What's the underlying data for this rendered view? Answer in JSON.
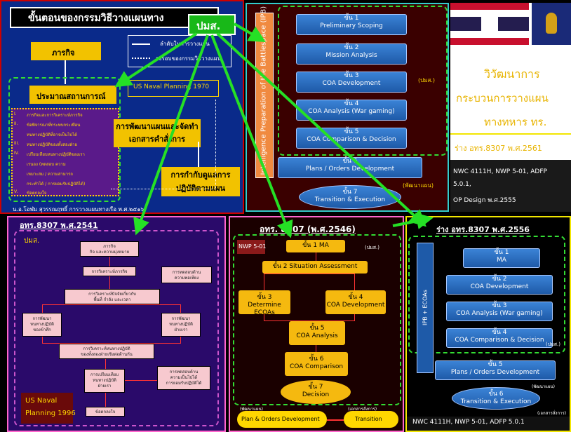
{
  "p1": {
    "title": "ขั้นตอนของกรรมวิธีวางแผนทาง",
    "badge": "ปมส.",
    "legend_solid": "ลำดับในการวางแผน",
    "legend_dotted": "วงรอบของกรรมวิธีวางแผน",
    "box_mission": "ภารกิจ",
    "box_estimate": "ประมาณสถานการณ์",
    "us_label": "US Naval Planning 1970",
    "list": [
      "ภารกิจและการวิเคราะห์ภารกิจ",
      "ข้อพิจารณาที่กระทบกระเทือน",
      "หนทางปฏิบัติที่อาจเป็นไปได้",
      "หนทางปฏิบัติของทั้งสองฝ่าย",
      "เปรียบเทียบหนทางปฏิบัติของเรา",
      "เรนอง (ทดสอบ ความ",
      "เหมาะสม / ความสามารถ",
      "กระทำได้ / การยอมรับปฏิบัติได้)",
      "ข้อตกลงใจ"
    ],
    "roman": [
      "I.",
      "II.",
      "III.",
      "IV.",
      "V."
    ],
    "box_develop": "การพัฒนาแผนและจัดทำเอกสารคำสั่งการ",
    "box_supervise": "การกำกับดูแลการปฏิบัติตามแผน",
    "footer": "น.อ.โอฬม สุวรรณฤทธิ์ การวางแผนทางเรือ พ.ศ.๒๕๑๖"
  },
  "p2": {
    "ipb": "Intelligence Preparation of the Battlespace (IPB)",
    "steps": [
      {
        "n": "ขั้น 1",
        "t": "Preliminary Scoping"
      },
      {
        "n": "ขั้น 2",
        "t": "Mission Analysis"
      },
      {
        "n": "ขั้น 3",
        "t": "COA Development"
      },
      {
        "n": "ขั้น 4",
        "t": "COA Analysis (War gaming)"
      },
      {
        "n": "ขั้น 5",
        "t": "COA Comparison & Decision"
      },
      {
        "n": "ขั้น 6",
        "t": "Plans / Orders Development"
      },
      {
        "n": "ขั้น 7",
        "t": "Transition & Execution"
      }
    ],
    "tag_pms": "(ปมส.)",
    "tag_plan": "(พัฒนาแผน)"
  },
  "p3": {
    "title1": "วิวัฒนาการ",
    "title2": "กระบวนการวางแผน",
    "title3": "ทางทหาร ทร.",
    "draft": "ร่าง อทร.8307 พ.ศ.2561",
    "ref1": "NWC 4111H, NWP 5-01, ADFP",
    "ref2": "5.0.1,",
    "ref3": "OP Design พ.ศ.2555"
  },
  "p4": {
    "title": "อทร.8307 พ.ศ.2541",
    "badge": "ปมส.",
    "boxes": {
      "mission": "ภารกิจ",
      "mission_sub": "กิจ และความมุ่งหมาย",
      "analyze": "การวิเคราะห์ภารกิจ",
      "factors": "การวิเคราะห์ปัจจัยเกี่ยวกับ",
      "factors_sub": "พื้นที่ กำลัง และเวลา",
      "test": "การทดสอบด้าน",
      "test_sub": "ความพอเพียง",
      "dev_enemy": "การพัฒนา",
      "dev_enemy2": "หนทางปฏิบัติ",
      "dev_enemy3": "ของข้าศึก",
      "dev_own": "การพัฒนา",
      "dev_own2": "หนทางปฏิบัติ",
      "dev_own3": "ฝ่ายเรา",
      "analyze_coa": "การวิเคราะห์หนทางปฏิบัติ",
      "analyze_coa2": "ของทั้งสองฝ่ายเชิงต่อต้านกัน",
      "compare": "การเปรียบเทียบ",
      "compare2": "หนทางปฏิบัติ",
      "compare3": "ฝ่ายเรา",
      "test2": "การทดสอบด้าน",
      "test2_sub": "ความเป็นไปได้",
      "test2_sub2": "การยอมรับปฏิบัติได้",
      "decision": "ข้อตกลงใจ"
    },
    "us_label1": "US Naval",
    "us_label2": "Planning 1996"
  },
  "p5": {
    "title": "อทร. 8307 (พ.ศ.2546)",
    "nwp": "NWP 5-01",
    "tag_pms": "(ปมส.)",
    "s1": "ขั้น 1 MA",
    "s2": "ขั้น 2 Situation Assessment",
    "s3n": "ขั้น 3",
    "s3": "Determine ECOAs",
    "s4n": "ขั้น 4",
    "s4": "COA Development",
    "s5n": "ขั้น 5",
    "s5": "COA Analysis",
    "s6n": "ขั้น 6",
    "s6": "COA Comparison",
    "s7n": "ขั้น 7",
    "s7": "Decision",
    "tag_left": "(พัฒนาแผน)",
    "tag_right": "(เอกสารสั่งการ)",
    "plan": "Plan & Orders Development",
    "transition": "Transition"
  },
  "p6": {
    "title": "ร่าง อทร.8307 พ.ศ.2556",
    "ipb": "IPB + ECOAs",
    "steps": [
      {
        "n": "ขั้น 1",
        "t": "MA"
      },
      {
        "n": "ขั้น 2",
        "t": "COA Development"
      },
      {
        "n": "ขั้น 3",
        "t": "COA Analysis (War gaming)"
      },
      {
        "n": "ขั้น 4",
        "t": "COA Comparison & Decision"
      },
      {
        "n": "ขั้น 5",
        "t": "Plans / Orders Development"
      },
      {
        "n": "ขั้น 6",
        "t": "Transition & Execution"
      }
    ],
    "tag_pms": "(ปมส.)",
    "tag_plan": "(พัฒนาแผน)",
    "tag_doc": "(เอกสารสั่งการ)",
    "footer": "NWC 4111H, NWP 5-01, ADFP 5.0.1"
  }
}
